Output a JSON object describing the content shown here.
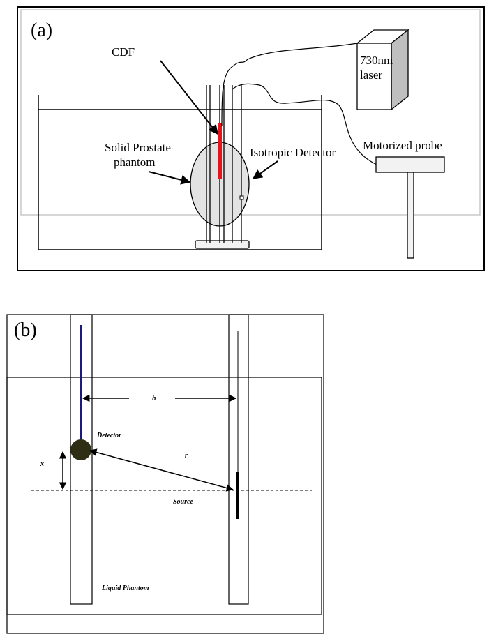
{
  "panel_a": {
    "label": "(a)",
    "cdf_label": "CDF",
    "laser_label_line1": "730nm",
    "laser_label_line2": "laser",
    "phantom_label_line1": "Solid Prostate",
    "phantom_label_line2": "phantom",
    "detector_label": "Isotropic Detector",
    "probe_label": "Motorized probe"
  },
  "panel_b": {
    "label": "(b)",
    "h_label": "h",
    "detector_label": "Detector",
    "r_label": "r",
    "x_label": "x",
    "source_label": "Source",
    "liquid_label": "Liquid Phantom"
  },
  "colors": {
    "fiber_red": "#e8141c",
    "phantom_fill": "#e3e3e3",
    "laser_side": "#bfbfbf",
    "detector_blue": "#1a1a7a",
    "detector_ball": "#2e2e14"
  }
}
